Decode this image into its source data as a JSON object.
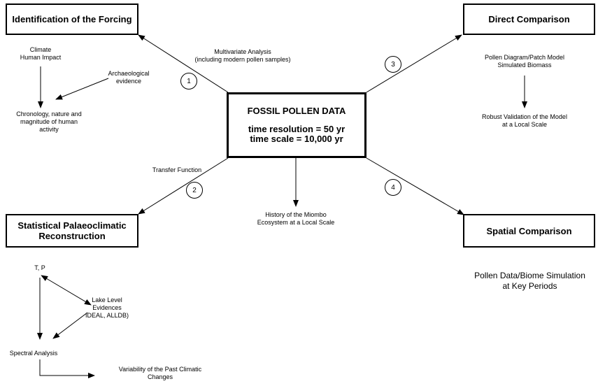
{
  "boxes": {
    "forcing": "Identification of the Forcing",
    "direct": "Direct Comparison",
    "statistical": [
      "Statistical Palaeoclimatic",
      "Reconstruction"
    ],
    "spatial": "Spatial Comparison",
    "center": {
      "title": "FOSSIL POLLEN DATA",
      "line1": "time resolution = 50 yr",
      "line2": "time scale = 10,000 yr"
    }
  },
  "links": {
    "multivariate": [
      "Multivariate Analysis",
      "(including modern pollen samples)"
    ],
    "transfer": "Transfer Function",
    "history": [
      "History of the Miombo",
      "Ecosystem at a Local Scale"
    ]
  },
  "forcing_panel": {
    "climate": [
      "Climate",
      "Human Impact"
    ],
    "archaeological": [
      "Archaeological",
      "evidence"
    ],
    "chronology": [
      "Chronology, nature and",
      "magnitude of human",
      "activity"
    ]
  },
  "direct_panel": {
    "pollen_model": [
      "Pollen Diagram/Patch Model",
      "Simulated Biomass"
    ],
    "validation": [
      "Robust Validation of the Model",
      "at a Local Scale"
    ]
  },
  "spatial_panel": {
    "biome": [
      "Pollen Data/Biome Simulation",
      "at Key Periods"
    ]
  },
  "stat_panel": {
    "tp": "T, P",
    "lake": [
      "Lake Level",
      "Evidences",
      "IDEAL, ALLDB)"
    ],
    "spectral": "Spectral Analysis",
    "variability": [
      "Variability of the Past Climatic",
      "Changes"
    ]
  },
  "circles": [
    "1",
    "2",
    "3",
    "4"
  ]
}
